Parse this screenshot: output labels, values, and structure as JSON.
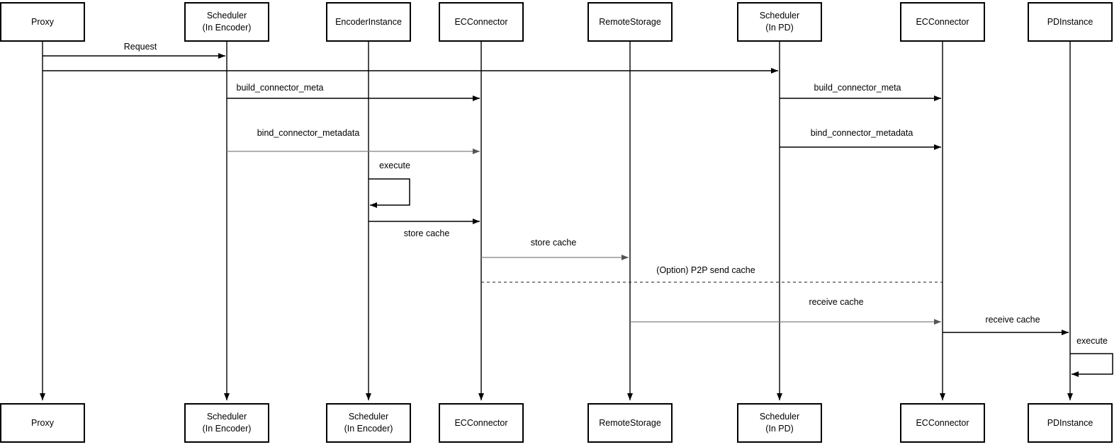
{
  "diagram": {
    "type": "sequence-diagram",
    "background_color": "#ffffff",
    "line_color": "#000000",
    "muted_line_color": "#808080"
  },
  "lifelines": [
    {
      "top_label": "Proxy",
      "bottom_label": "Proxy"
    },
    {
      "top_label": "Scheduler\n(In Encoder)",
      "bottom_label": "Scheduler\n(In Encoder)"
    },
    {
      "top_label": "EncoderInstance",
      "bottom_label": "Scheduler\n(In Encoder)"
    },
    {
      "top_label": "ECConnector",
      "bottom_label": "ECConnector"
    },
    {
      "top_label": "RemoteStorage",
      "bottom_label": "RemoteStorage"
    },
    {
      "top_label": "Scheduler\n(In PD)",
      "bottom_label": "Scheduler\n(In PD)"
    },
    {
      "top_label": "ECConnector",
      "bottom_label": "ECConnector"
    },
    {
      "top_label": "PDInstance",
      "bottom_label": "PDInstance"
    }
  ],
  "messages": {
    "request": {
      "label": "Request",
      "from": "Proxy",
      "to": "Scheduler (In Encoder)"
    },
    "forward_request": {
      "label": "",
      "from": "Proxy",
      "to": "Scheduler (In PD)"
    },
    "build_connector_meta_encoder": {
      "label": "build_connector_meta",
      "from": "Scheduler (In Encoder)",
      "to": "ECConnector"
    },
    "build_connector_meta_pd": {
      "label": "build_connector_meta",
      "from": "Scheduler (In PD)",
      "to": "ECConnector"
    },
    "bind_connector_metadata_encoder": {
      "label": "bind_connector_metadata",
      "from": "Scheduler (In Encoder)",
      "to": "ECConnector"
    },
    "bind_connector_metadata_pd": {
      "label": "bind_connector_metadata",
      "from": "Scheduler (In PD)",
      "to": "ECConnector"
    },
    "execute_encoder": {
      "label": "execute",
      "from": "EncoderInstance",
      "to": "EncoderInstance"
    },
    "store_cache_encoder_to_ec": {
      "label": "store cache",
      "from": "EncoderInstance",
      "to": "ECConnector"
    },
    "store_cache_ec_to_remote": {
      "label": "store cache",
      "from": "ECConnector",
      "to": "RemoteStorage"
    },
    "p2p_send_cache": {
      "label": "(Option) P2P send cache",
      "from": "ECConnector",
      "to": "ECConnector"
    },
    "receive_cache_remote_to_ec": {
      "label": "receive cache",
      "from": "RemoteStorage",
      "to": "ECConnector"
    },
    "receive_cache_ec_to_pd": {
      "label": "receive cache",
      "from": "ECConnector",
      "to": "PDInstance"
    },
    "execute_pd": {
      "label": "execute",
      "from": "PDInstance",
      "to": "PDInstance"
    }
  }
}
